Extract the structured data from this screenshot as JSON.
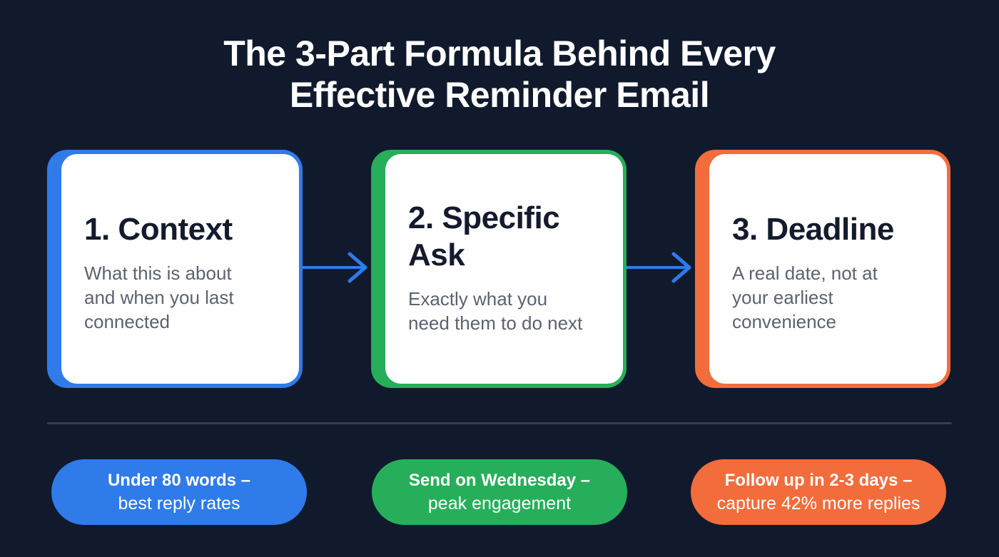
{
  "title": {
    "line1": "The 3-Part Formula Behind Every",
    "line2": "Effective Reminder Email"
  },
  "colors": {
    "background": "#111a2c",
    "blue": "#2f7bea",
    "green": "#27ae5a",
    "orange": "#f36c3b",
    "arrow": "#2f7bea",
    "divider": "#36404f"
  },
  "steps": [
    {
      "number": "1.",
      "title_line1": "1. Context",
      "title_line2": "",
      "description_lines": [
        "What this is about",
        "and when you last",
        "connected"
      ],
      "color": "#2f7bea"
    },
    {
      "number": "2.",
      "title_line1": "2. Specific",
      "title_line2": "Ask",
      "description_lines": [
        "Exactly what you",
        "need them to do next"
      ],
      "color": "#27ae5a"
    },
    {
      "number": "3.",
      "title_line1": "3. Deadline",
      "title_line2": "",
      "description_lines": [
        "A real date, not at",
        "your earliest",
        "convenience"
      ],
      "color": "#f36c3b"
    }
  ],
  "arrows": [
    {
      "from": "Context",
      "to": "Specific Ask",
      "icon": "arrow-right-icon"
    },
    {
      "from": "Specific Ask",
      "to": "Deadline",
      "icon": "arrow-right-icon"
    }
  ],
  "tips": [
    {
      "strong": "Under 80 words –",
      "sub": "best reply rates",
      "color": "#2f7bea"
    },
    {
      "strong": "Send on Wednesday –",
      "sub": "peak engagement",
      "color": "#27ae5a"
    },
    {
      "strong": "Follow up in 2-3 days –",
      "sub": "capture 42% more replies",
      "color": "#f36c3b"
    }
  ]
}
